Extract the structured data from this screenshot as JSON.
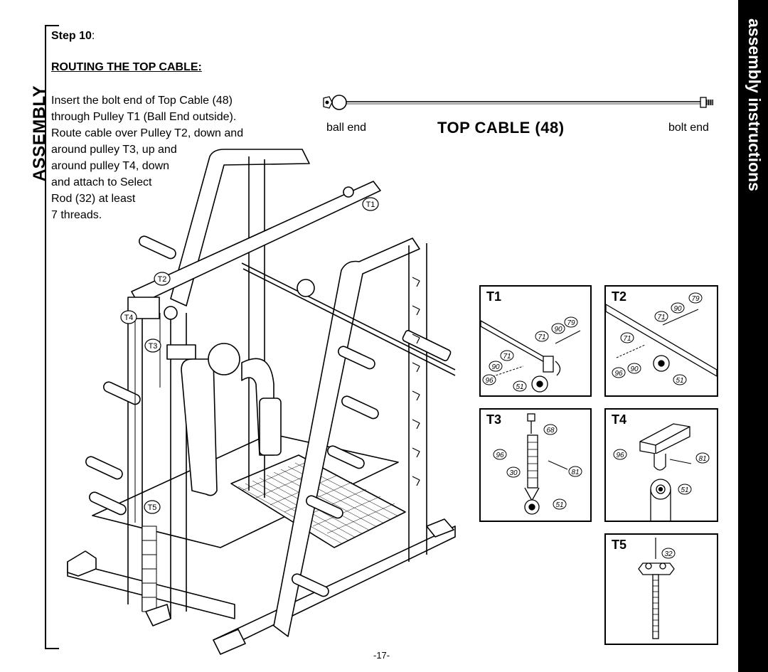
{
  "side_tab_left": "ASSEMBLY",
  "side_tab_right": "assembly instructions",
  "step": {
    "label": "Step 10",
    "suffix": ":"
  },
  "section_title": "ROUTING THE TOP CABLE:",
  "instructions": [
    "Insert the bolt end of Top Cable (48)",
    "through Pulley T1 (Ball End outside).",
    "Route cable over Pulley T2, down and",
    "around pulley T3, up and",
    "around pulley T4, down",
    "and attach to Select",
    "Rod (32) at least",
    "7 threads."
  ],
  "cable": {
    "left_label": "ball end",
    "title": "TOP CABLE  (48)",
    "right_label": "bolt end"
  },
  "machine_callouts": [
    "T1",
    "T2",
    "T3",
    "T4",
    "T5"
  ],
  "details": {
    "T1": {
      "label": "T1",
      "parts": [
        "79",
        "90",
        "71",
        "71",
        "90",
        "96",
        "51"
      ]
    },
    "T2": {
      "label": "T2",
      "parts": [
        "79",
        "90",
        "71",
        "71",
        "96",
        "90",
        "51"
      ]
    },
    "T3": {
      "label": "T3",
      "parts": [
        "68",
        "96",
        "30",
        "81",
        "51"
      ]
    },
    "T4": {
      "label": "T4",
      "parts": [
        "96",
        "81",
        "51"
      ]
    },
    "T5": {
      "label": "T5",
      "parts": [
        "32"
      ]
    }
  },
  "page_number": "-17-"
}
